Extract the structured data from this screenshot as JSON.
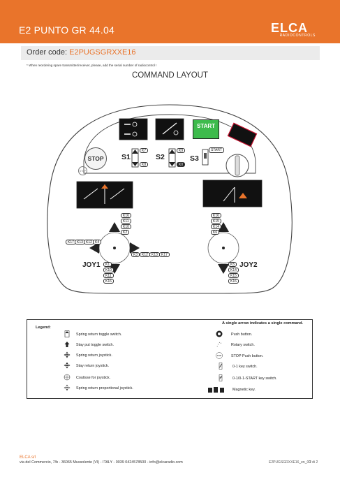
{
  "header": {
    "title": "E2 PUNTO GR 44.04",
    "logo_main": "ELCA",
    "logo_sub": "RADIOCONTROLS"
  },
  "order": {
    "label": "Order code: ",
    "code": "E2PUGSGRXXE16"
  },
  "note": "* When reordering spare transmitter/receiver, please, add the serial number of radiocontrol !",
  "section_title": "COMMAND LAYOUT",
  "panel": {
    "stop_label": "STOP",
    "stop_small": "STOP",
    "start_label": "START",
    "start_key_tag": "START",
    "selectors": [
      {
        "label": "S1",
        "up": "K7",
        "down": "K8"
      },
      {
        "label": "S2",
        "up": "K9",
        "down": "K0"
      },
      {
        "label": "S3"
      }
    ],
    "joy1": {
      "label": "JOY1",
      "up_tags": [
        "K16",
        "K11",
        "K10",
        "K2"
      ],
      "left_tags": [
        "K17",
        "K13",
        "K12",
        "K4"
      ],
      "right_tags": [
        "K3",
        "K12",
        "K13",
        "K17"
      ],
      "down_tags": [
        "K1",
        "K10",
        "K11",
        "K16"
      ]
    },
    "joy2": {
      "label": "JOY2",
      "up_tags": [
        "K16",
        "K15",
        "K14",
        "K6"
      ],
      "down_tags": [
        "K5",
        "K14",
        "K15",
        "K16"
      ]
    }
  },
  "legend": {
    "title": "Legend:",
    "note": "A single arrow indicates a single command.",
    "left": [
      "Spring return toggle switch.",
      "Stay put toggle switch.",
      "Spring return joystick.",
      "Stay return joystick.",
      "Coulisse for joystick.",
      "Spring return proportional joystick."
    ],
    "right": [
      "Push button.",
      "Rotary switch.",
      "STOP Push button.",
      "0-1 key switch.",
      "0-1/0-1-START key switch.",
      "Magnetic key."
    ]
  },
  "footer": {
    "company": "ELCA srl",
    "address": "via del Commercio, 7/b - 36065 Mussolente (VI) - ITALY - 0039 0424578500 - info@elcaradio.com",
    "doc_code": "E2PUGSGRXXE16_en_00",
    "page": "2 di 2"
  },
  "colors": {
    "accent": "#e9742b",
    "start_green": "#3dbb4c",
    "panel_dark": "#111111"
  }
}
